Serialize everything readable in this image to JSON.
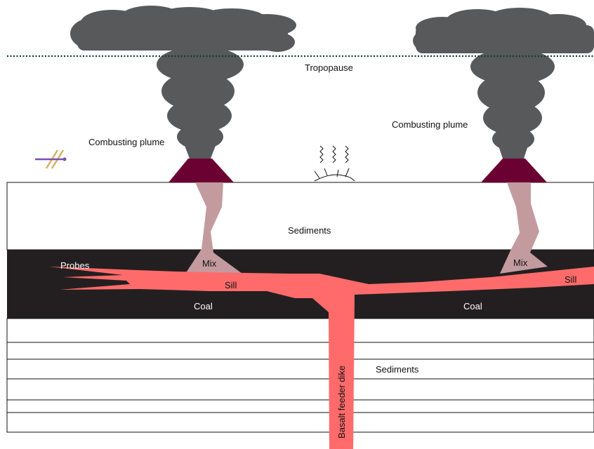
{
  "labels": {
    "tropopause": "Tropopause",
    "plume_left": "Combusting plume",
    "plume_right": "Combusting plume",
    "sediments_upper": "Sediments",
    "sediments_lower": "Sediments",
    "mix_left": "Mix",
    "mix_right": "Mix",
    "probes": "Probes",
    "sill_left": "Sill",
    "sill_right": "Sill",
    "coal_left": "Coal",
    "coal_right": "Coal",
    "dike": "Basalt feeder dike"
  },
  "colors": {
    "plume": "#58595b",
    "vent": "#6b0033",
    "conduit": "#c39b9f",
    "coal": "#231f20",
    "magma": "#ff6b6b",
    "tropopause_line": "#0d3b2e",
    "strata_line": "#111111"
  },
  "icons": [
    "symbol-icon",
    "heat-release-icon"
  ]
}
